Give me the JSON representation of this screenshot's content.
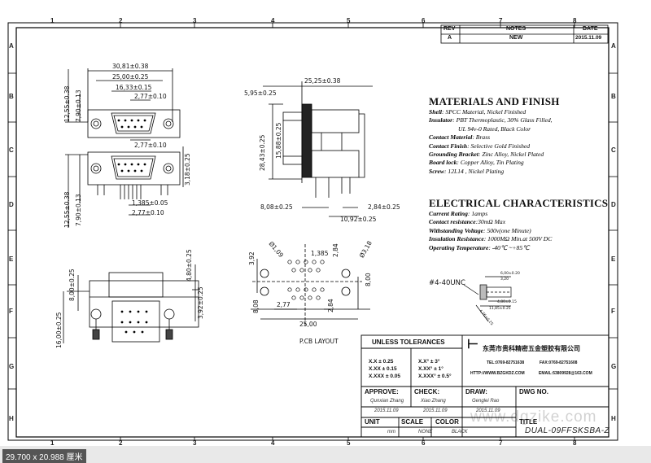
{
  "grid": {
    "columns": [
      "1",
      "2",
      "3",
      "4",
      "5",
      "6",
      "7",
      "8"
    ],
    "rows": [
      "A",
      "B",
      "C",
      "D",
      "E",
      "F",
      "G",
      "H"
    ]
  },
  "revision": {
    "headers": [
      "REV",
      "NOTES",
      "DATE"
    ],
    "row": [
      "A",
      "NEW",
      "2015.11.09"
    ]
  },
  "materials": {
    "title": "MATERIALS AND FINISH",
    "lines": [
      {
        "label": "Shell",
        "text": ": SPCC Material, Nickel Finished"
      },
      {
        "label": "Insulator",
        "text": ": PBT Thermoplastic, 30% Glass Filled,"
      },
      {
        "label": "",
        "text": "UL 94v-0 Rated, Black Color"
      },
      {
        "label": "Contact Material",
        "text": ": Brass"
      },
      {
        "label": "Contact Finish",
        "text": ": Selective Gold Finished"
      },
      {
        "label": "Grounding Bracket",
        "text": ": Zinc Alloy, Nickel Plated"
      },
      {
        "label": "Board lock",
        "text": ":  Copper Alloy,  Tin Plating"
      },
      {
        "label": "Screw",
        "text": ":  12L14 , Nickel Plating"
      }
    ]
  },
  "electrical": {
    "title": "ELECTRICAL CHARACTERISTICS",
    "lines": [
      {
        "label": "Current Rating",
        "text": ":  1amps"
      },
      {
        "label": "Contact resistance",
        "text": ":30mΩ Max"
      },
      {
        "label": "Withstanding Voltage",
        "text": ":  500v(one Minute)"
      },
      {
        "label": "Insulation Resistance",
        "text": ":  1000MΩ  Min.at 500V DC"
      },
      {
        "label": "Operating Temperature",
        "text": ":  -40℃ ~+85℃"
      }
    ]
  },
  "dims": {
    "front_top": [
      "30,81±0.38",
      "25,00±0.25",
      "16,33±0.15",
      "2,77±0.10",
      "2,77±0.10"
    ],
    "front_left_top": [
      "12,55±0.38",
      "7,90±0.13"
    ],
    "front_left_bottom": [
      "12,55±0.38",
      "7,90±0.13"
    ],
    "front_right": "3,18±0.25",
    "front_bottom": [
      "1,385±0.05",
      "2,77±0.10"
    ],
    "side_top": [
      "5,95±0.25",
      "25,25±0.38"
    ],
    "side_left": [
      "28,43±0.25",
      "15,88±0.25"
    ],
    "side_bottom": [
      "8,08±0.25",
      "2,84±0.25",
      "10,92±0.25"
    ],
    "bottom_left": [
      "8,00±0.25",
      "16,00±0.25"
    ],
    "bottom_right": [
      "4,80±0.25",
      "3,92±0.25"
    ],
    "pcb": {
      "top": [
        "1,385",
        "2,84",
        "3,92"
      ],
      "holes": [
        "Ø1,09",
        "Ø3,18"
      ],
      "mid": [
        "8,08",
        "2,77",
        "2,84",
        "8,00"
      ],
      "bottom": "25,00",
      "caption": "P.CB LAYOUT"
    },
    "screw": {
      "label": "#4-40UNC",
      "dims": [
        "6,00±0.20",
        "3,20",
        "4,80±0.15",
        "11,85±0.25",
        "4,76±0.25"
      ]
    }
  },
  "tolerances": {
    "title": "UNLESS TOLERANCES",
    "linear": [
      "X.X  ± 0.25",
      "X.XX  ± 0.15",
      "X.XXX  ± 0.05"
    ],
    "angular": [
      "X.X°  ± 3°",
      "X.XX°  ± 1°",
      "X.XXX°  ± 0.5°"
    ]
  },
  "company": {
    "name": "东莞市贵科精密五金塑胶有限公司",
    "tel": "TEL:0769-82751638",
    "fax": "FAX:0769-82751608",
    "http": "HTTP://WWW.BZGKDZ.COM",
    "email": "EMAIL:53809928@163.COM"
  },
  "signoff": {
    "approve_label": "APPROVE:",
    "approve_name": "Qunxian Zhang",
    "approve_date": "2015.11.09",
    "check_label": "CHECK:",
    "check_name": "Xiao Zhang",
    "check_date": "2015.11.09",
    "draw_label": "DRAW:",
    "draw_name": "Genglei Rao",
    "draw_date": "2015.11.09",
    "dwg_label": "DWG NO."
  },
  "footer": {
    "unit_label": "UNIT",
    "unit_value": "mm",
    "scale_label": "SCALE",
    "scale_value": "NONE",
    "color_label": "COLOR",
    "color_value": "BLACK",
    "title_label": "TITLE",
    "title_value": "DUAL-09FFSKSBA-Z",
    "watermark": "www.dgzike.com"
  },
  "status": "29.700 x 20.988 厘米"
}
